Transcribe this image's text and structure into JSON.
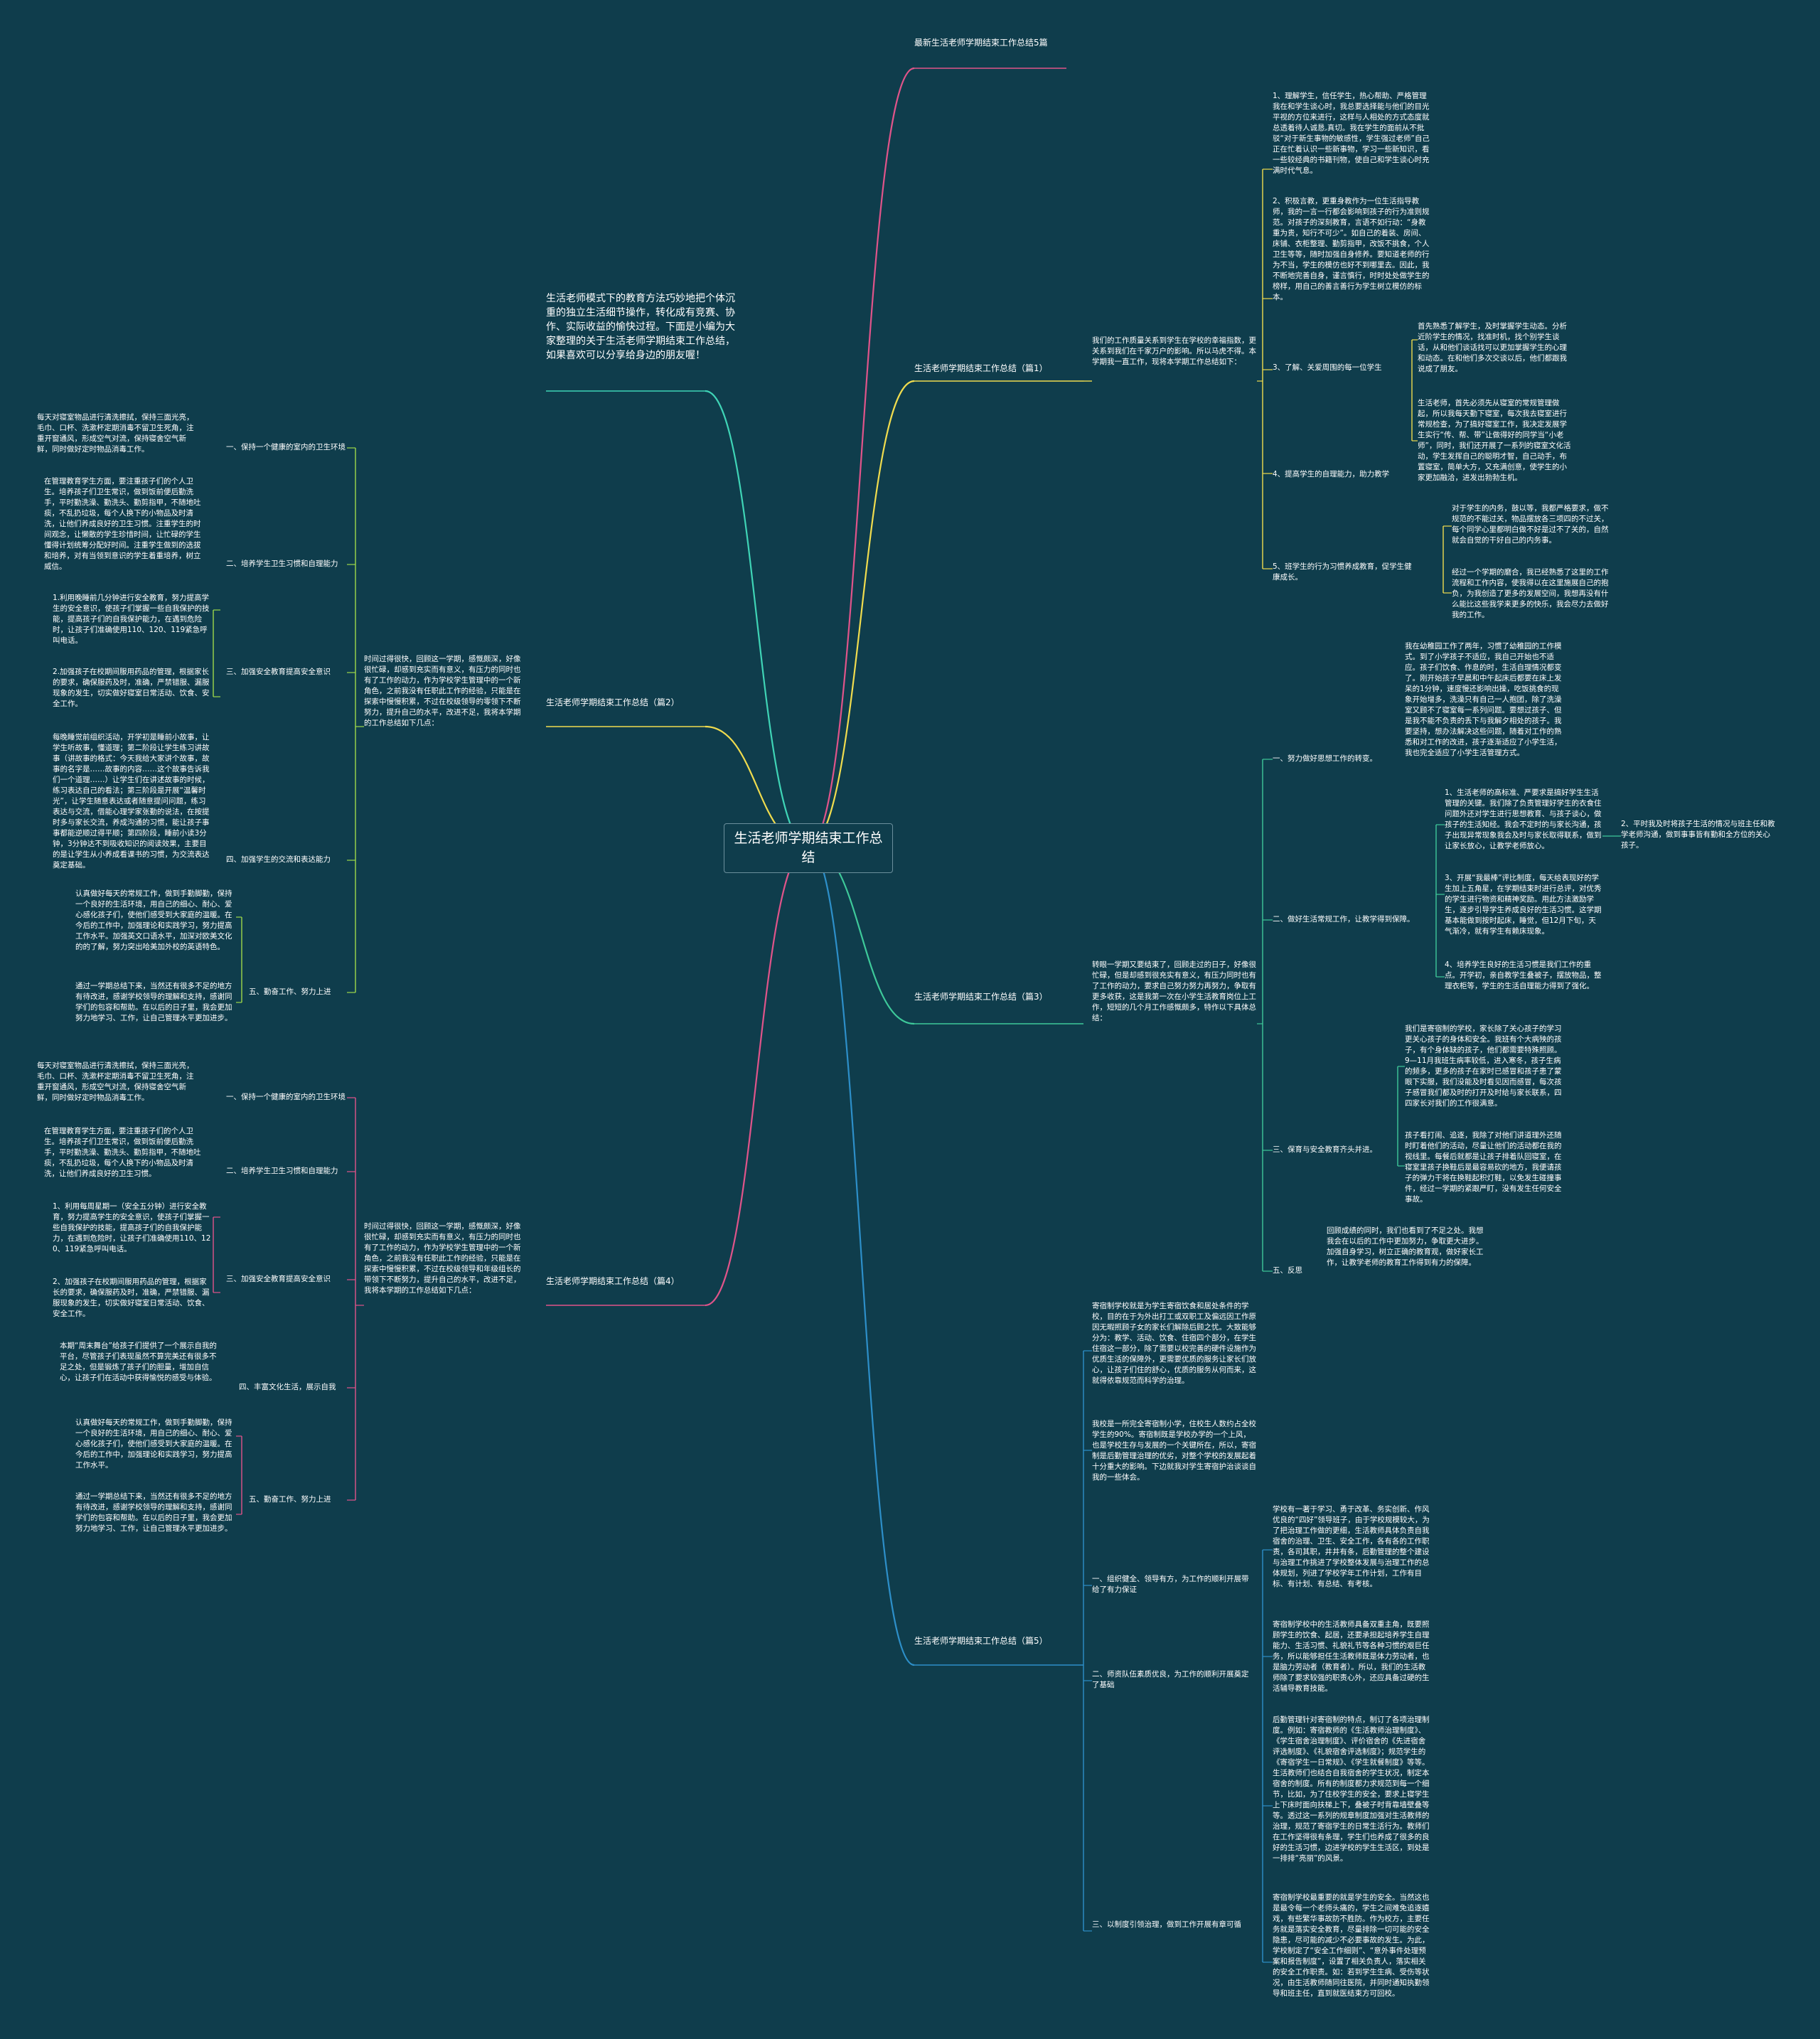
{
  "center": "生活老师学期结束工作总结",
  "colors": {
    "background": "#0f3d4c",
    "pink": "#e0548a",
    "yellow": "#f0dc4e",
    "green": "#3ec99a",
    "teal": "#3fd4b6",
    "blue": "#2d8fc9",
    "lime": "#9ed84a",
    "amber": "#e6a33c"
  },
  "intro": "生活老师模式下的教育方法巧妙地把个体沉重的独立生活细节操作，转化成有竞赛、协作、实际收益的愉快过程。下面是小编为大家整理的关于生活老师学期结束工作总结，如果喜欢可以分享给身边的朋友喔！",
  "branches": {
    "b0": {
      "title": "最新生活老师学期结束工作总结5篇"
    },
    "b1": {
      "title": "生活老师学期结束工作总结（篇1）",
      "intro": "我们的工作质量关系到学生在学校的幸福指数，更关系到我们在千家万户的影响。所以马虎不得。本学期我一直工作，现将本学期工作总结如下：",
      "items": [
        "1、理解学生，信任学生，热心帮助、严格管理我在和学生谈心时，我总要选择能与他们的目光平视的方位来进行，这样与人相处的方式态度就总透着待人诚恳,真切。我在学生的面前从不批驳“对于新生事物的敏感性，学生强过老师”自己正在忙着认识一些新事物，学习一些新知识，看一些较经典的书籍刊物，使自己和学生谈心时充满时代气息。",
        "2、积极言教，更重身教作为一位生活指导教师，我的一言一行都会影响到孩子的行为准则规范。对孩子的深刻教育，言语不如行动：“身教重为贵，知行不可少”。如自己的着装、房间、床铺、衣柜整理、勤剪指甲，改饭不挑食，个人卫生等等，随时加强自身修养。要知道老师的行为不当，学生的模仿也好不到哪里去。因此，我不断地完善自身，谨言慎行，时时处处做学生的榜样，用自己的善言善行为学生树立模仿的标本。",
        "3、了解、关爱周围的每一位学生",
        "4、提高学生的自理能力，助力教学",
        "5、班学生的行为习惯养成教育，促学生健康成长。"
      ],
      "details": [
        "首先熟悉了解学生，及时掌握学生动态。分析近阶学生的情况，找准时机，找个别学生谈话，从和他们谈话找可以更加掌握学生的心理和动态。在和他们多次交谈以后，他们都跟我说成了朋友。",
        "生活老师，首先必须先从寝室的常规管理做起，所以我每天勤下寝室，每次我去寝室进行常规检查，为了搞好寝室工作，我决定发展学生实行“传、帮、带”让做得好的同学当“小老师”，同时，我们还开展了一系列的寝室文化活动，学生发挥自己的聪明才智，自己动手，布置寝室，简单大方，又充满创意，使学生的小家更加融洽，进发出勃勃生机。",
        "对于学生的内务，鼓以等，我都严格要求，做不规范的不能过关，物品摆放各三项四的不过关，每个同学心里都明白做不好是过不了关的，自然就会自觉的干好自己的内务事。",
        "经过一个学期的磨合，我已经熟悉了这里的工作流程和工作内容，使我得以在这里施展自己的抱负，为我创造了更多的发展空间，我想再没有什么能比这些我学来更多的快乐，我会尽力去做好我的工作。"
      ]
    },
    "b2": {
      "title": "生活老师学期结束工作总结（篇2）",
      "intro": "时间过得很快，回顾这一学期，感慨颇深，好像很忙碌，却感到充实而有意义，有压力的同时也有了工作的动力，作为学校学生管理中的一个新角色，之前我没有任职此工作的经验，只能是在探索中慢慢积累，不过在校级领导的零领下不断努力，提升自己的水平，改进不足，我将本学期的工作总结如下几点：",
      "items": [
        "一、保持一个健康的室内的卫生环境",
        "二、培养学生卫生习惯和自理能力",
        "三、加强安全教育提高安全意识",
        "四、加强学生的交流和表达能力",
        "五、勤奋工作、努力上进"
      ],
      "details": [
        "每天对寝室物品进行清洗擦拭，保持三面光亮，毛巾、口杯、洗漱杯定期消毒不留卫生死角，注重开窗通风，形成空气对流，保持寝舍空气新鲜，同时做好定时物品消毒工作。",
        "在管理教育学生方面，要注重孩子们的个人卫生。培养孩子们卫生常识，做到饭前便后勤洗手，平时勤洗澡、勤洗头、勤剪指甲，不随地吐痰，不乱扔垃圾，每个人换下的小物品及时清洗，让他们养成良好的卫生习惯。注重学生的时间观念，让懒散的学生珍惜时间，让忙碌的学生懂得计划统筹分配好时间。注重学生做到的选拔和培养，对有当领到意识的学生着重培养，树立威信。",
        "1.利用晚睡前几分钟进行安全教育，努力提高学生的安全意识，使孩子们掌握一些自我保护的技能，提高孩子们的自我保护能力，在遇到危险时，让孩子们准确使用110、120、119紧急呼叫电话。",
        "2.加强孩子在校期间服用药品的管理，根据家长的要求，确保服药及时，准确，严禁错服、漏服现象的发生，切实做好寝室日常活动、饮食、安全工作。",
        "每晚睡觉前组织活动，开学初是睡前小故事，让学生听故事，懂道理；第二阶段让学生练习讲故事（讲故事的格式：今天我给大家讲个故事，故事的名字是……故事的内容……这个故事告诉我们一个道理……）让学生们在讲述故事的时候，练习表达自己的看法；第三阶段是开展“温馨时光”，让学生随意表达或者随意提问问题，练习表达与交流，借能心理学家张勤的说法，在按提时多与家长交流，养成沟通的习惯，能让孩子事事都能逆顺过得平顺；第四阶段，睡前小读3分钟，3分钟达不到吸收知识的阅读效果，主要目的是让学生从小养成看课书的习惯，为交流表达奠定基础。",
        "认真做好每天的常规工作，做到手勤脚勤，保持一个良好的生活环境，用自己的细心、耐心、爱心感化孩子们，使他们感受到大家庭的温暖。在今后的工作中，加强理论和实践学习，努力提高工作水平。加强英文口语水平，加深对欧美文化的的了解，努力突出哈美加外校的英语特色。",
        "通过一学期总结下来，当然还有很多不足的地方有待改进，感谢学校领导的理解和支持，感谢同学们的包容和帮助。在以后的日子里，我会更加努力地学习、工作，让自己管理水平更加进步。"
      ]
    },
    "b3": {
      "title": "生活老师学期结束工作总结（篇3）",
      "intro": "转眼一学期又要结束了，回顾走过的日子，好像很忙碌，但是却感到很充实有意义，有压力同时也有了工作的动力，要求自己努力努力再努力，争取有更多收获，这是我第一次在小学生活教育岗位上工作，短短的几个月工作感慨颇多，特作以下具体总结：",
      "items": [
        "一、努力做好思想工作的转变。",
        "二、做好生活常规工作，让教学得到保障。",
        "三、保育与安全教育齐头并进。",
        "五、反思"
      ],
      "details": [
        "我在幼稚园工作了两年，习惯了幼稚园的工作模式。到了小学孩子不适应，我自己开始也不适应。孩子们饮食、作息的时，生活自理情况都变了。刚开始孩子早晨和中午起床后都要在床上发呆的1分钟，速度慢还影响出操，吃饭挑食的现象开始增多，洗澡只有自己一人抱团，除了洗澡室又顾不了寝室每一系列问题。要想过孩子、但是我不能不负责的丢下与我解夕相处的孩子。我要坚持，想办法解决这些问题，随着对工作的熟悉和对工作的改进，孩子逐渐适应了小学生活，我也完全适应了小学生活管理方式。",
        "1、生活老师的高标准、严要求是搞好学生生活管理的关键。我们除了负责管理好学生的衣食住问题外还对学生进行思想教育、与孩子谈心，做孩子的生活知经。我会不定时的与家长沟通，孩子出现异常现象我会及时与家长取得联系，做到让家长放心，让教学老师放心。",
        "2、平时我及时将孩子生活的情况与班主任和教学老师沟通，做到事事皆有勤和全方位的关心孩子。",
        "3、开展“我最棒”评比制度，每天给表现好的学生加上五角星，在学期结束时进行总评，对优秀的学生进行物资和精神奖励。用此方法激励学生，逐步引导学生养成良好的生活习惯。这学期基本能做到按时起床，睡觉，但12月下旬，天气渐冷，就有学生有赖床现象。",
        "4、培养学生良好的生活习惯是我们工作的重点。开学初，亲自教学生叠被子，摆放物品，整理衣柜等，学生的生活自理能力得到了强化。",
        "我们是寄宿制的学校，家长除了关心孩子的学习更关心孩子的身体和安全。我班有个大病殃的孩子，有个身体缺的孩子，他们都需要特殊照顾。9—11月我班生病率较低，进入寒冬，孩子生病的频多，更多的孩子在家时已感冒和孩子患了蒙眼下实服，我们没能及时看见因而感冒，每次孩子感冒我们都及时的打开及时给与家长联系，四四家长对我们的工作很满意。",
        "孩子看打闹、追逐，我除了对他们讲道理外还随时盯着他们的活动，尽量让他们的活动都在我的视线里。每餐后就都是让孩子排着队回寝室，在寝室里孩子换鞋后是最容易砍的地方，我便请孩子的弹力干将在换鞋起积灯鞋，以免发生碰撞事件，经过一学期的紧跟严盯，没有发生任何安全事故。",
        "回顾成绩的同时，我们也看到了不足之处。我想我会在以后的工作中更加努力，争取更大进步。加强自身学习，树立正确的教育观，做好家长工作，让教学老师的教育工作得到有力的保障。"
      ]
    },
    "b4": {
      "title": "生活老师学期结束工作总结（篇4）",
      "intro": "时间过得很快，回顾这一学期，感慨颇深，好像很忙碌，却感到充实而有意义，有压力的同时也有了工作的动力，作为学校学生管理中的一个新角色，之前我没有任职此工作的经验，只能是在探索中慢慢积累，不过在校级领导和年级组长的带领下不断努力，提升自己的水平，改进不足，我将本学期的工作总结如下几点：",
      "items": [
        "一、保持一个健康的室内的卫生环境",
        "二、培养学生卫生习惯和自理能力",
        "三、加强安全教育提高安全意识",
        "四、丰富文化生活，展示自我",
        "五、勤奋工作、努力上进"
      ],
      "details": [
        "每天对寝室物品进行清洗擦拭，保持三面光亮，毛巾、口杯、洗漱杯定期消毒不留卫生死角，注重开窗通风，形成空气对流，保持寝舍空气新鲜，同时做好定时物品消毒工作。",
        "在管理教育学生方面，要注重孩子们的个人卫生。培养孩子们卫生常识，做到饭前便后勤洗手，平时勤洗澡、勤洗头、勤剪指甲，不随地吐痰，不乱扔垃圾，每个人换下的小物品及时清洗，让他们养成良好的卫生习惯。",
        "1、利用每周星期一（安全五分钟）进行安全教育，努力提高学生的安全意识，使孩子们掌握一些自我保护的技能，提高孩子们的自我保护能力，在遇到危险时，让孩子们准确使用110、120、119紧急呼叫电话。",
        "2、加强孩子在校期间服用药品的管理，根据家长的要求，确保服药及时，准确，严禁错服、漏服现象的发生，切实做好寝室日常活动、饮食、安全工作。",
        "本期“周末舞台”给孩子们提供了一个展示自我的平台，尽管孩子们表现虽然不算完美还有很多不足之处，但是锻炼了孩子们的胆量，增加自信心，让孩子们在活动中获得愉悦的感受与体验。",
        "认真做好每天的常规工作，做到手勤脚勤，保持一个良好的生活环境，用自己的细心、耐心、爱心感化孩子们，使他们感受到大家庭的温暖。在今后的工作中，加强理论和实践学习，努力提高工作水平。",
        "通过一学期总结下来，当然还有很多不足的地方有待改进，感谢学校领导的理解和支持，感谢同学们的包容和帮助。在以后的日子里，我会更加努力地学习、工作，让自己管理水平更加进步。"
      ]
    },
    "b5": {
      "title": "生活老师学期结束工作总结（篇5）",
      "intros": [
        "寄宿制学校就是为学生寄宿饮食和居处条件的学校，目的在于为外出打工或双职工及偏远因工作原因无暇照顾子女的家长们解除后顾之忧。大致能够分为：教学、活动、饮食、住宿四个部分，在学生住宿这一部分，除了需要以校完善的硬件设施作为优质生活的保障外，更需要优质的服务让家长们放心，让孩子们住的舒心，优质的服务从何而来，这就得依靠规范而科学的治理。",
        "我校是一所完全寄宿制小学，住校生人数约占全校学生的90%。寄宿制既是学校办学的一个上风，也是学校生存与发展的一个关键所在，所以，寄宿制是后勤管理治理的优劣，对整个学校的发展起着十分重大的影响。下边就我对学生寄宿护治谈谈自我的一些体会。"
      ],
      "items": [
        "一、组织健全、领导有方，为工作的顺利开展带给了有力保证",
        "二、师资队伍素质优良，为工作的顺利开展奠定了基础",
        "三、以制度引领治理，做到工作开展有章可循"
      ],
      "details": [
        "学校有一著于学习、勇于改革、务实创新、作风优良的“四好”领导班子，由于学校规模较大，为了把治理工作做的更细，生活教师具体负责自我宿舍的治理、卫生、安全工作，各有各的工作职责，各司其职，井井有条，后勤管理的整个建设与治理工作挑进了学校整体发展与治理工作的总体规划，列进了学校学年工作计划，工作有目标、有计划、有总结、有考核。",
        "寄宿制学校中的生活教师具备双重主角，既要照顾学生的饮食、起居，还要承担起培养学生自理能力、生活习惯、礼貌礼节等各种习惯的艰巨任务，所以能够担任生活教师既是体力劳动者，也是脑力劳动者（教育者）。所以，我们的生活教师除了要求较强的职责心外，还应具备过硬的生活辅导教育技能。",
        "后勤管理针对寄宿制的特点，制订了各项治理制度。例如：寄宿教师的《生活教师治理制度》、《学生宿舍治理制度》、评价宿舍的《先进宿舍评选制度》、《礼貌宿舍评选制度》；规范学生的《寄宿学生一日常规》、《学生就餐制度》等等。生活教师们也结合自我宿舍的学生状况，制定本宿舍的制度。所有的制度都力求规范到每一个细节，比如，为了住校学生的安全，要求上寝学生上下床时面向扶梯上下，叠被子时背靠墙壁叠等等。透过这一系列的规章制度加强对生活教师的治理，规范了寄宿学生的日常生活行为。教师们在工作坚得很有条理，学生们也养成了很多的良好的生活习惯，边进学校的学生生活区，到处是一排排“亮丽”的风景。",
        "寄宿制学校最重要的就是学生的安全。当然这也是最令每一个老师头痛的，学生之间难免追逐嬉戏，有些繁华事故防不胜防。作为校方，主要任务就是落实安全教育，尽量排除一切可能的安全隐患，尽可能的减少不必要事故的发生。为此，学校制定了“安全工作细则”、“意外事件处理预案和报告制度”，设置了相关负责人，落实相关的安全工作职责。如：若到学生生病、受伤等状况，由生活教师随同往医院，并同时通知执勤领导和班主任，直到就医结束方可回校。"
      ]
    }
  }
}
